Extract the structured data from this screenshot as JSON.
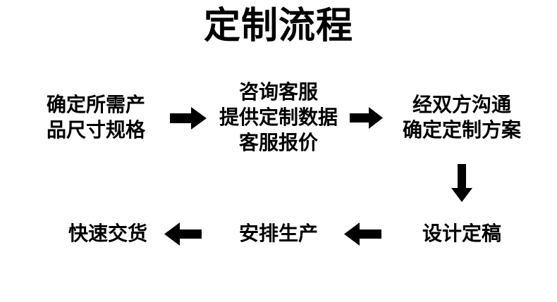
{
  "page": {
    "title": "定制流程",
    "background_color": "#ffffff",
    "text_color": "#000000"
  },
  "flow": {
    "type": "process-flowchart",
    "direction": "left-to-right then down then right-to-left",
    "steps": [
      {
        "id": "step-1",
        "order": 1,
        "lines": [
          "确定所需产",
          "品尺寸规格"
        ],
        "full_text": "确定所需产品尺寸规格"
      },
      {
        "id": "step-2",
        "order": 2,
        "lines": [
          "咨询客服",
          "提供定制数据",
          "客服报价"
        ],
        "full_text": "咨询客服 提供定制数据 客服报价"
      },
      {
        "id": "step-3",
        "order": 3,
        "lines": [
          "经双方沟通",
          "确定定制方案"
        ],
        "full_text": "经双方沟通确定定制方案"
      },
      {
        "id": "step-4",
        "order": 4,
        "lines": [
          "设计定稿"
        ],
        "full_text": "设计定稿"
      },
      {
        "id": "step-5",
        "order": 5,
        "lines": [
          "安排生产"
        ],
        "full_text": "安排生产"
      },
      {
        "id": "step-6",
        "order": 6,
        "lines": [
          "快速交货"
        ],
        "full_text": "快速交货"
      }
    ],
    "connectors": [
      {
        "id": "arrow-1",
        "icon": "arrow-right-icon",
        "from": "step-1",
        "to": "step-2",
        "direction": "right"
      },
      {
        "id": "arrow-2",
        "icon": "arrow-right-icon",
        "from": "step-2",
        "to": "step-3",
        "direction": "right"
      },
      {
        "id": "arrow-3",
        "icon": "arrow-down-icon",
        "from": "step-3",
        "to": "step-4",
        "direction": "down"
      },
      {
        "id": "arrow-4",
        "icon": "arrow-left-icon",
        "from": "step-4",
        "to": "step-5",
        "direction": "left"
      },
      {
        "id": "arrow-5",
        "icon": "arrow-left-icon",
        "from": "step-5",
        "to": "step-6",
        "direction": "left"
      }
    ]
  }
}
